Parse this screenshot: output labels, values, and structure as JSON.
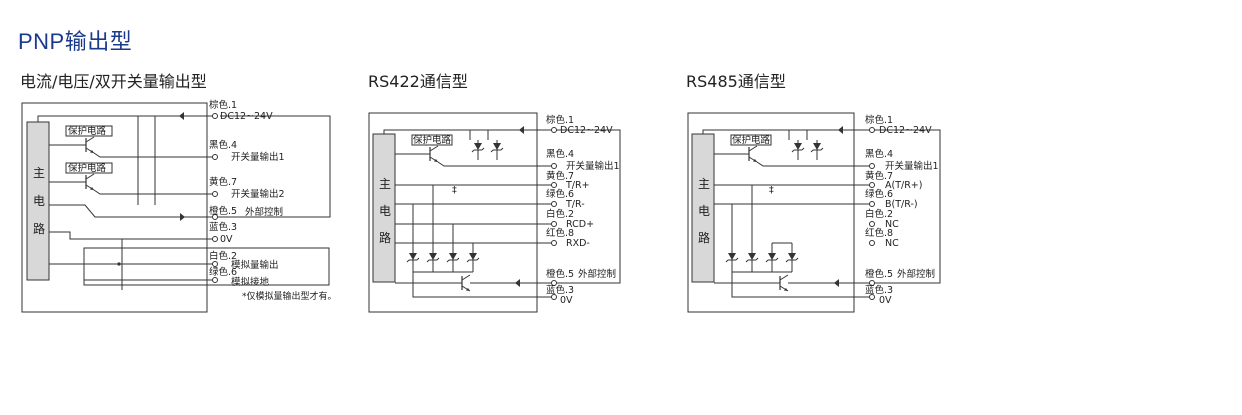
{
  "page_title": "PNP输出型",
  "sections": {
    "s1": {
      "title": "电流/电压/双开关量输出型",
      "main": [
        "主",
        "电",
        "路"
      ],
      "protect": [
        "保护电路",
        "保护电路"
      ],
      "pins": {
        "c1": "棕色.1",
        "v1": "DC12~24V",
        "c2": "黑色.4",
        "v2": "开关量输出1",
        "c3": "黄色.7",
        "v3": "开关量输出2",
        "c4": "橙色.5",
        "v4": "外部控制",
        "c5": "蓝色.3",
        "v5": "0V",
        "c6": "白色.2",
        "v6": "模拟量输出",
        "c7": "绿色.6",
        "v7": "模拟接地"
      },
      "note": "*仅模拟量输出型才有。"
    },
    "s2": {
      "title": "RS422通信型",
      "main": [
        "主",
        "电",
        "路"
      ],
      "protect": "保护电路",
      "pins": {
        "c1": "棕色.1",
        "v1": "DC12~24V",
        "c2": "黑色.4",
        "v2": "开关量输出1",
        "c3": "黄色.7",
        "v3": "T/R+",
        "c4": "绿色.6",
        "v4": "T/R-",
        "c5": "白色.2",
        "v5": "RCD+",
        "c6": "红色.8",
        "v6": "RXD-",
        "c7": "橙色.5",
        "v7": "外部控制",
        "c8": "蓝色.3",
        "v8": "0V"
      }
    },
    "s3": {
      "title": "RS485通信型",
      "main": [
        "主",
        "电",
        "路"
      ],
      "protect": "保护电路",
      "pins": {
        "c1": "棕色.1",
        "v1": "DC12~24V",
        "c2": "黑色.4",
        "v2": "开关量输出1",
        "c3": "黄色.7",
        "v3": "A(T/R+)",
        "c4": "绿色.6",
        "v4": "B(T/R-)",
        "c5": "白色.2",
        "v5": "NC",
        "c6": "红色.8",
        "v6": "NC",
        "c7": "橙色.5",
        "v7": "外部控制",
        "c8": "蓝色.3",
        "v8": "0V"
      }
    }
  }
}
